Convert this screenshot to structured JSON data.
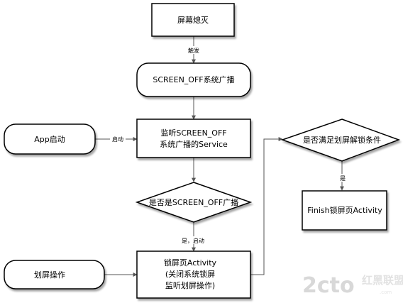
{
  "nodes": {
    "screen_off": {
      "lines": [
        "屏幕熄灭"
      ]
    },
    "broadcast": {
      "lines": [
        "SCREEN_OFF系统广播"
      ]
    },
    "app_start": {
      "lines": [
        "App启动"
      ]
    },
    "service": {
      "lines": [
        "监听SCREEN_OFF",
        "系统广播的Service"
      ]
    },
    "decision_screen_off": {
      "lines": [
        "是否是SCREEN_OFF广播"
      ]
    },
    "swipe": {
      "lines": [
        "划屏操作"
      ]
    },
    "lock_activity": {
      "lines": [
        "锁屏页Activity",
        "(关闭系统锁屏",
        "监听划屏操作)"
      ]
    },
    "decision_unlock": {
      "lines": [
        "是否满足划屏解锁条件"
      ]
    },
    "finish": {
      "lines": [
        "Finish锁屏页Activity"
      ]
    }
  },
  "edges": {
    "trigger": "触发",
    "start": "启动",
    "yes_start": "是，启动",
    "yes": "是"
  },
  "watermark": {
    "logo": "2cto",
    "site": "红黑联盟",
    "url": ".com"
  }
}
